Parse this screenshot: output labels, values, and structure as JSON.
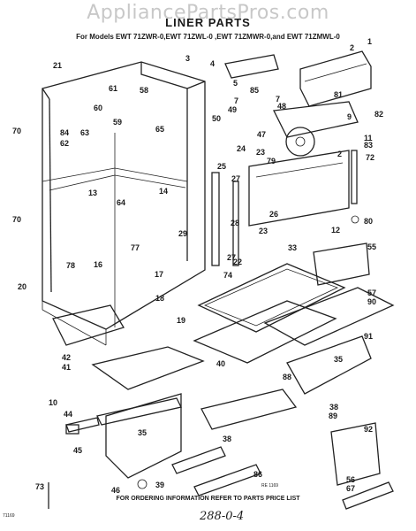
{
  "watermark": "AppliancePartsPros.com",
  "title": "LINER PARTS",
  "models_line": "For Models EWT 71ZWR-0,EWT 71ZWL-0 ,EWT 71ZMWR-0,and EWT 71ZMWL-0",
  "footer": "FOR ORDERING INFORMATION REFER TO PARTS PRICE LIST",
  "figure_ref": "RE 1169",
  "doc_code": "71169",
  "handwritten_note": "288-0-4",
  "callouts": [
    "1",
    "2",
    "3",
    "4",
    "5",
    "7",
    "9",
    "10",
    "11",
    "12",
    "13",
    "14",
    "16",
    "17",
    "18",
    "19",
    "20",
    "21",
    "22",
    "23",
    "24",
    "25",
    "26",
    "27",
    "28",
    "29",
    "33",
    "35",
    "38",
    "39",
    "40",
    "41",
    "42",
    "44",
    "45",
    "46",
    "47",
    "48",
    "49",
    "50",
    "55",
    "56",
    "57",
    "58",
    "59",
    "60",
    "61",
    "62",
    "63",
    "64",
    "65",
    "67",
    "70",
    "72",
    "73",
    "74",
    "77",
    "78",
    "79",
    "80",
    "81",
    "82",
    "83",
    "84",
    "85",
    "86",
    "88",
    "89",
    "90",
    "91",
    "92"
  ]
}
